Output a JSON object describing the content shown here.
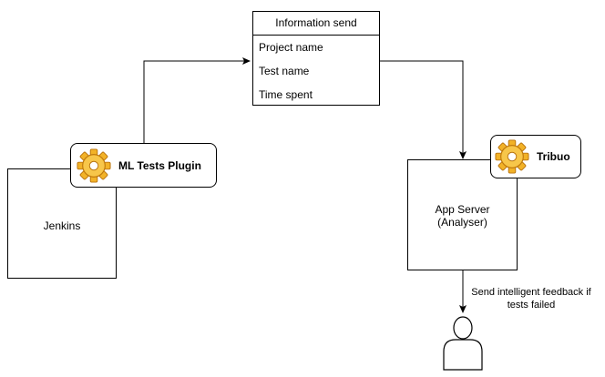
{
  "info_table": {
    "title": "Information send",
    "rows": [
      "Project name",
      "Test name",
      "Time spent"
    ]
  },
  "jenkins": {
    "label": "Jenkins"
  },
  "ml_plugin": {
    "label": "ML Tests Plugin",
    "icon": "gear-icon"
  },
  "app_server": {
    "line1": "App Server",
    "line2": "(Analyser)"
  },
  "tribuo": {
    "label": "Tribuo",
    "icon": "gear-icon"
  },
  "feedback": {
    "line1": "Send intelligent feedback if",
    "line2": "tests failed"
  },
  "user": {
    "icon": "user-icon"
  },
  "colors": {
    "stroke": "#000000",
    "gear_fill": "#f2b227",
    "gear_dark": "#c07a12"
  }
}
